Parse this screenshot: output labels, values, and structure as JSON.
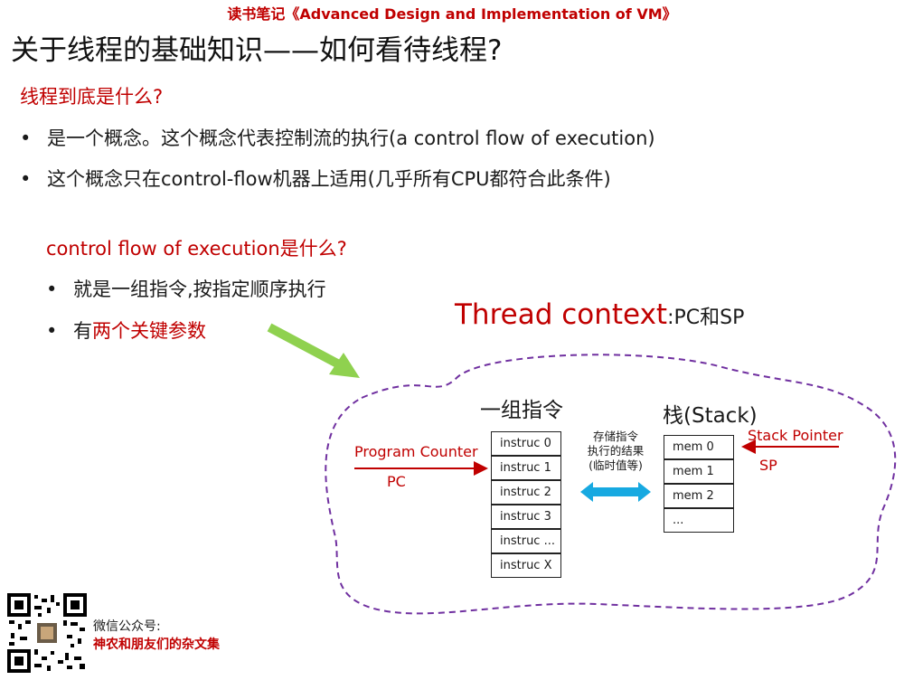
{
  "header": {
    "title": "读书笔记《Advanced Design and Implementation of VM》"
  },
  "slide": {
    "title": "关于线程的基础知识——如何看待线程?"
  },
  "section1": {
    "question": "线程到底是什么?",
    "bullets": [
      "是一个概念。这个概念代表控制流的执行(a control flow of execution)",
      "这个概念只在control-flow机器上适用(几乎所有CPU都符合此条件)"
    ]
  },
  "section2": {
    "question": "control flow of execution是什么?",
    "bullets": [
      {
        "text": "就是一组指令,按指定顺序执行",
        "prefix": "",
        "highlight": ""
      },
      {
        "text": "",
        "prefix": "有",
        "highlight": "两个关键参数"
      }
    ]
  },
  "thread_context": {
    "label": "Thread context",
    "suffix": ":PC和SP"
  },
  "diagram": {
    "instructions_title": "一组指令",
    "instructions": [
      "instruc 0",
      "instruc 1",
      "instruc 2",
      "instruc 3",
      "instruc ...",
      "instruc X"
    ],
    "stack_title": "栈(Stack)",
    "stack": [
      "mem 0",
      "mem 1",
      "mem 2",
      "..."
    ],
    "program_counter_label": "Program Counter",
    "pc_label": "PC",
    "stack_pointer_label": "Stack Pointer",
    "sp_label": "SP",
    "storage_note_line1": "存储指令",
    "storage_note_line2": "执行的结果",
    "storage_note_line3": "(临时值等)",
    "colors": {
      "accent_red": "#c00000",
      "green_arrow": "#8fd14f",
      "blue_arrow": "#17a9e1",
      "dashed_outline": "#7030a0"
    }
  },
  "footer": {
    "wechat_label": "微信公众号:",
    "account_name": "神农和朋友们的杂文集",
    "qr_icon": "qr-code-icon"
  }
}
